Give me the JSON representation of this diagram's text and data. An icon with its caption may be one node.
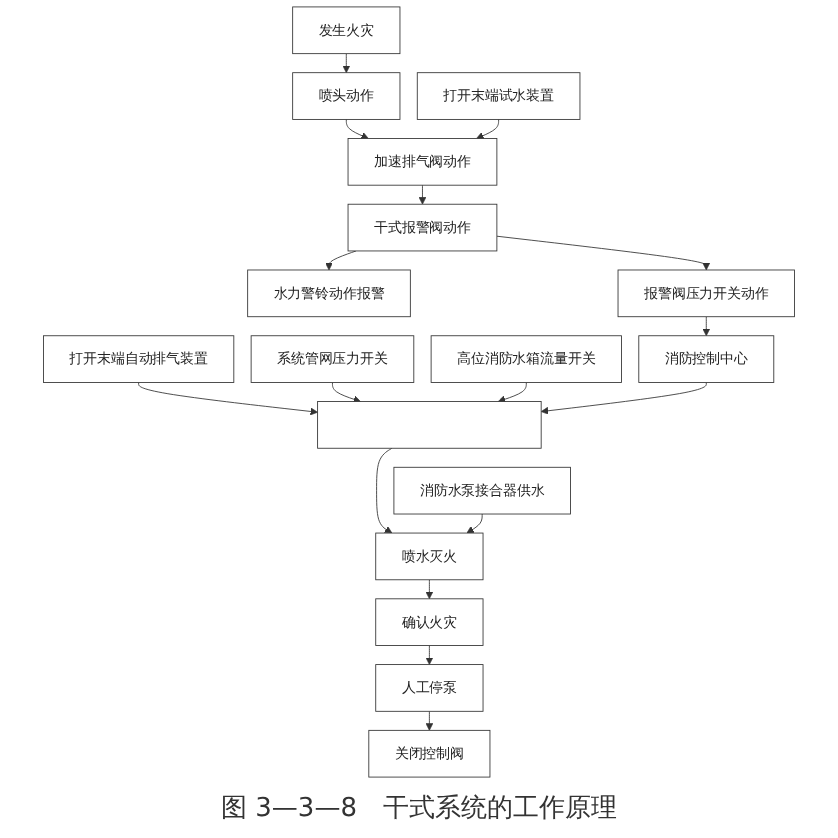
{
  "diagram": {
    "caption": "图 3—3—8　干式系统的工作原理",
    "nodes": [
      {
        "text": [
          "发生火灾"
        ]
      },
      {
        "text": [
          "喷头动作"
        ]
      },
      {
        "text": [
          "打开末端试水装置"
        ]
      },
      {
        "text": [
          "加速排气阀动作"
        ]
      },
      {
        "text": [
          "干式报警阀动作"
        ]
      },
      {
        "text": [
          "水力警铃动作报警"
        ]
      },
      {
        "text": [
          "打开末端自动排气装置"
        ]
      },
      {
        "text": [
          "报警阀压力开关动作"
        ]
      },
      {
        "text": [
          "消防控制中心"
        ]
      },
      {
        "text": [],
        "shape": "box"
      },
      {
        "text": [
          "系统管网压力开关"
        ]
      },
      {
        "text": [
          "高位消防水箱流量开关"
        ]
      },
      {
        "text": [
          "喷水灭火"
        ]
      },
      {
        "text": [
          "消防水泵接合器供水"
        ]
      },
      {
        "text": [
          "确认火灾"
        ]
      },
      {
        "text": [
          "人工停泵"
        ]
      },
      {
        "text": [
          "关闭控制阀"
        ]
      }
    ],
    "edges": [
      {
        "from": 0,
        "to": 1,
        "arrow": "to"
      },
      {
        "from": 1,
        "to": 3,
        "arrow": "to"
      },
      {
        "from": 2,
        "to": 3,
        "arrow": "to"
      },
      {
        "from": 3,
        "to": 4,
        "arrow": "to"
      },
      {
        "from": 4,
        "to": 5,
        "arrow": "to"
      },
      {
        "from": 4,
        "to": 7,
        "arrow": "to"
      },
      {
        "from": 7,
        "to": 8,
        "arrow": "to"
      },
      {
        "from": 6,
        "to": 9,
        "arrow": "to"
      },
      {
        "from": 10,
        "to": 9,
        "arrow": "to"
      },
      {
        "from": 11,
        "to": 9,
        "arrow": "to"
      },
      {
        "from": 8,
        "to": 9,
        "arrow": "to"
      },
      {
        "from": 9,
        "to": 12,
        "arrow": "to"
      },
      {
        "from": 13,
        "to": 12,
        "arrow": "to"
      },
      {
        "from": 12,
        "to": 14,
        "arrow": "to"
      },
      {
        "from": 14,
        "to": 15,
        "arrow": "to"
      },
      {
        "from": 15,
        "to": 16,
        "arrow": "to"
      }
    ]
  }
}
